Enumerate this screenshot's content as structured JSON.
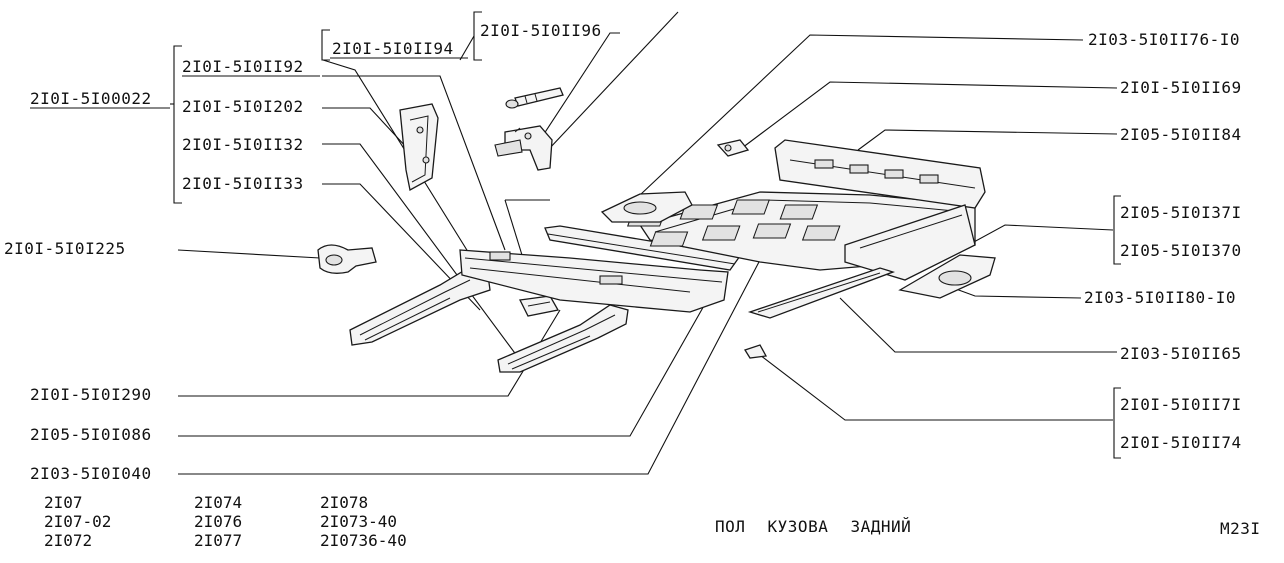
{
  "title": "ПОЛ КУЗОВА ЗАДНИЙ",
  "page_code": "M23I",
  "models": {
    "col1": [
      "2I07",
      "2I07-02",
      "2I072"
    ],
    "col2": [
      "2I074",
      "2I076",
      "2I077"
    ],
    "col3": [
      "2I078",
      "2I073-40",
      "2I0736-40"
    ]
  },
  "group_label": "2I0I-5I00022",
  "labels": {
    "p5i0ii96": "2I0I-5I0II96",
    "p5i0ii94": "2I0I-5I0II94",
    "p5i0ii92": "2I0I-5I0II92",
    "p5i0i202": "2I0I-5I0I202",
    "p5i0ii32": "2I0I-5I0II32",
    "p5i0ii33": "2I0I-5I0II33",
    "p5i0i225": "2I0I-5I0I225",
    "p5i0i290": "2I0I-5I0I290",
    "p5i0i086": "2I05-5I0I086",
    "p5i0i040": "2I03-5I0I040",
    "p5i0ii76": "2I03-5I0II76-I0",
    "p5i0ii69": "2I0I-5I0II69",
    "p5i0ii84": "2I05-5I0II84",
    "p5i0i371": "2I05-5I0I37I",
    "p5i0i370": "2I05-5I0I370",
    "p5i0ii80": "2I03-5I0II80-I0",
    "p5i0ii65": "2I03-5I0II65",
    "p5i0ii71": "2I0I-5I0II7I",
    "p5i0ii74": "2I0I-5I0II74"
  }
}
